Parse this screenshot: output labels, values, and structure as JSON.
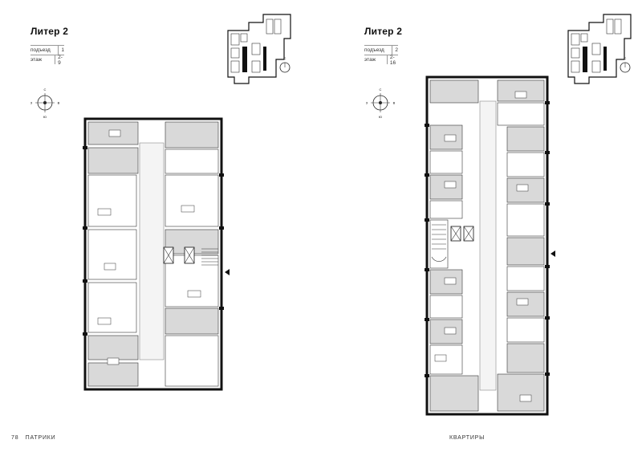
{
  "left_page": {
    "title": "Литер 2",
    "entrance_label": "подъезд",
    "entrance_value": "1",
    "floor_label": "этаж",
    "floor_value": "2-9",
    "compass": {
      "north": "С",
      "south": "Ю",
      "west": "З",
      "east": "В"
    },
    "footer_page_number": "78",
    "footer_text": "ПАТРИКИ"
  },
  "right_page": {
    "title": "Литер 2",
    "entrance_label": "подъезд",
    "entrance_value": "2",
    "floor_label": "этаж",
    "floor_value": "2-16",
    "compass": {
      "north": "С",
      "south": "Ю",
      "west": "З",
      "east": "В"
    },
    "footer_text": "КВАРТИРЫ"
  },
  "key_plan": {
    "north_label": "С"
  }
}
